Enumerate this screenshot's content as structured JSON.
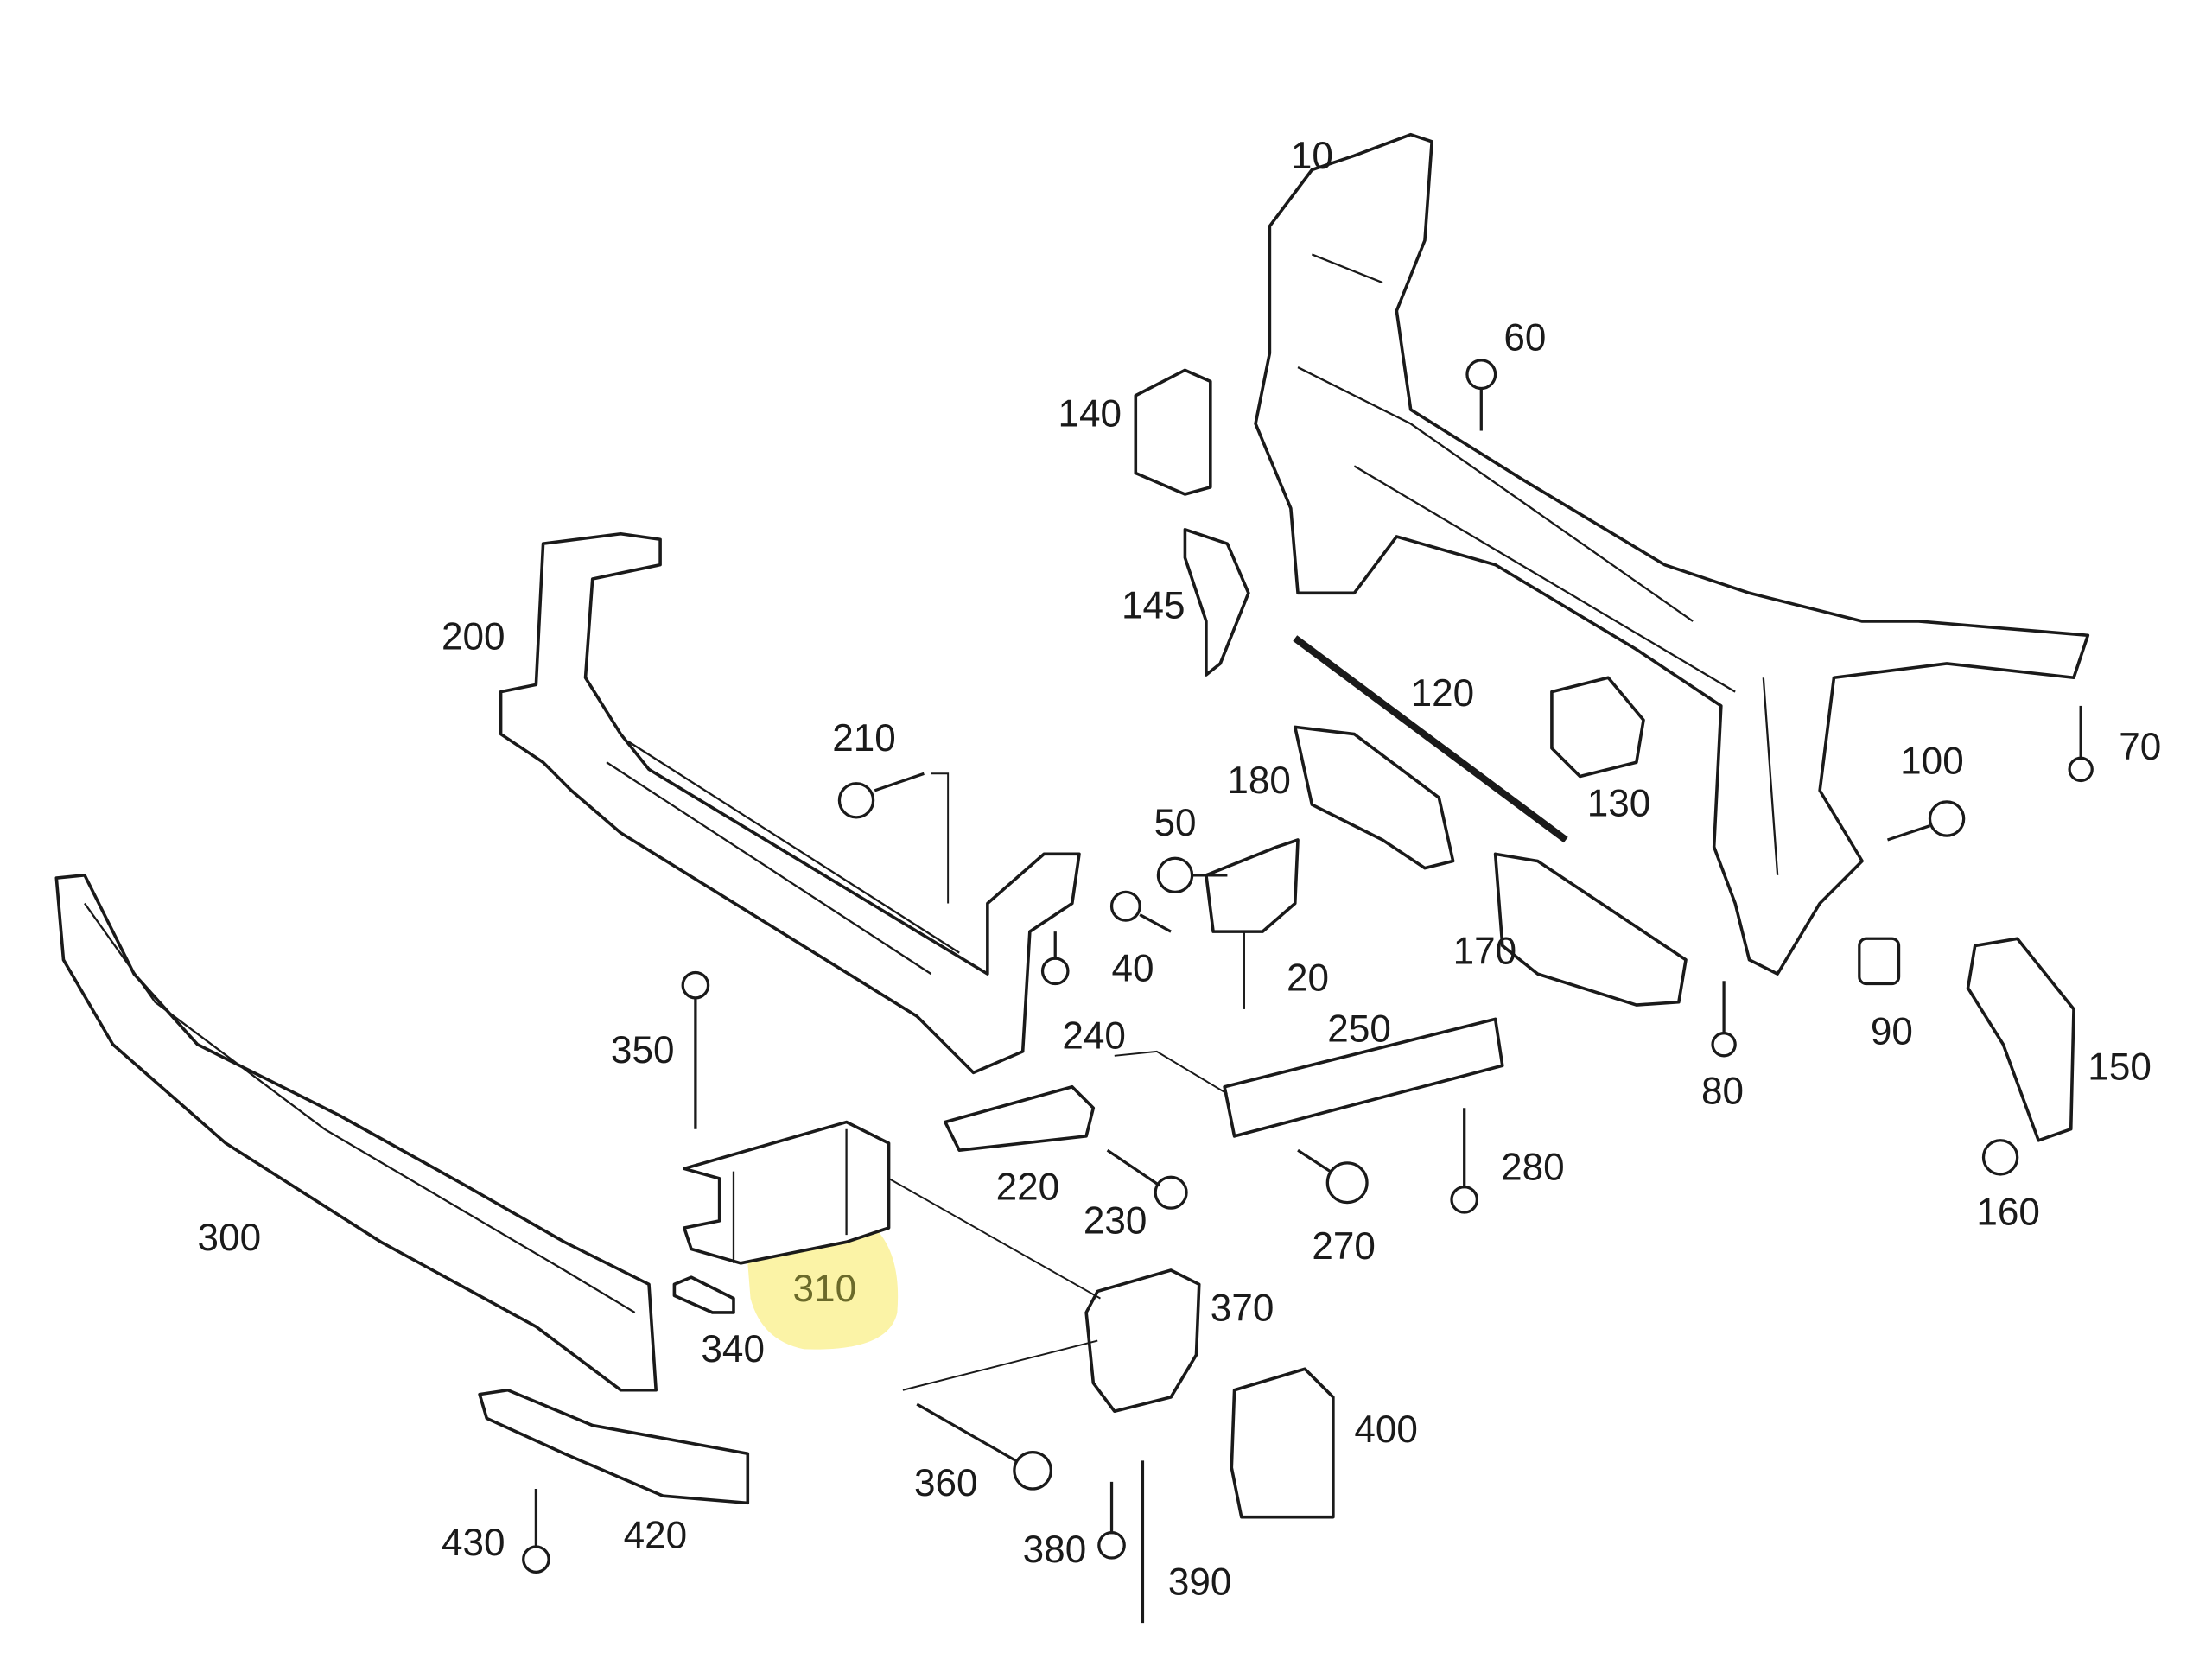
{
  "diagram": {
    "type": "exploded parts diagram",
    "highlight_color": "#fbf3a6",
    "highlighted_part": "310",
    "part_labels": {
      "p10": "10",
      "p20": "20",
      "p40": "40",
      "p50": "50",
      "p60": "60",
      "p70": "70",
      "p80": "80",
      "p90": "90",
      "p100": "100",
      "p120": "120",
      "p130": "130",
      "p140": "140",
      "p145": "145",
      "p150": "150",
      "p160": "160",
      "p170": "170",
      "p180": "180",
      "p200": "200",
      "p210": "210",
      "p220": "220",
      "p230": "230",
      "p240": "240",
      "p250": "250",
      "p270": "270",
      "p280": "280",
      "p300": "300",
      "p310": "310",
      "p340": "340",
      "p350": "350",
      "p360": "360",
      "p370": "370",
      "p380": "380",
      "p390": "390",
      "p400": "400",
      "p420": "420",
      "p430": "430"
    }
  }
}
